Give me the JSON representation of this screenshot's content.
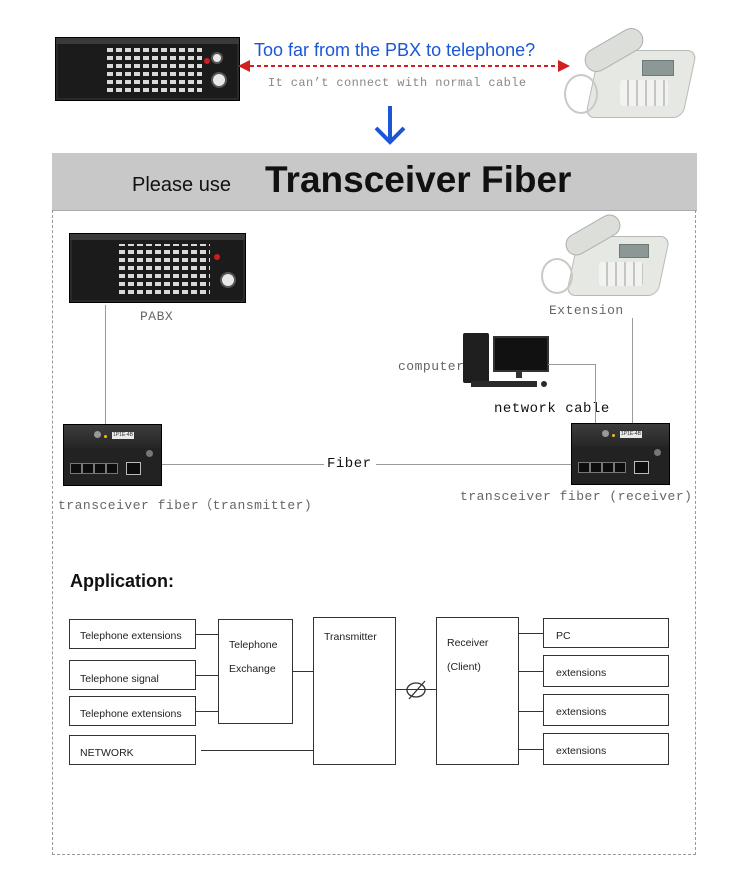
{
  "top": {
    "question": "Too far from the PBX to telephone?",
    "note": "It can’t connect with normal cable"
  },
  "banner": {
    "prefix": "Please use",
    "emphasis": "Transceiver Fiber"
  },
  "diagram": {
    "pabx_label": "PABX",
    "extension_label": "Extension",
    "computer_label": "computer",
    "network_cable_label": "network cable",
    "fiber_label": "Fiber",
    "transmitter_label": "transceiver fiber（transmitter)",
    "receiver_label": "transceiver fiber (receiver)"
  },
  "application": {
    "title": "Application:",
    "left_boxes": [
      "Telephone extensions",
      "Telephone signal",
      "Telephone extensions",
      "NETWORK"
    ],
    "exchange": [
      "Telephone",
      "Exchange"
    ],
    "transmitter": "Transmitter",
    "receiver": [
      "Receiver",
      "(Client)"
    ],
    "right_boxes": [
      "PC",
      "extensions",
      "extensions",
      "extensions"
    ]
  },
  "colors": {
    "banner_bg": "#c8c8c8",
    "question_blue": "#1a56d6",
    "arrow_blue": "#1a56d6",
    "dashed_red": "#d21f1f"
  },
  "device_text": {
    "transmitter_plate": "1P1E-4B"
  }
}
